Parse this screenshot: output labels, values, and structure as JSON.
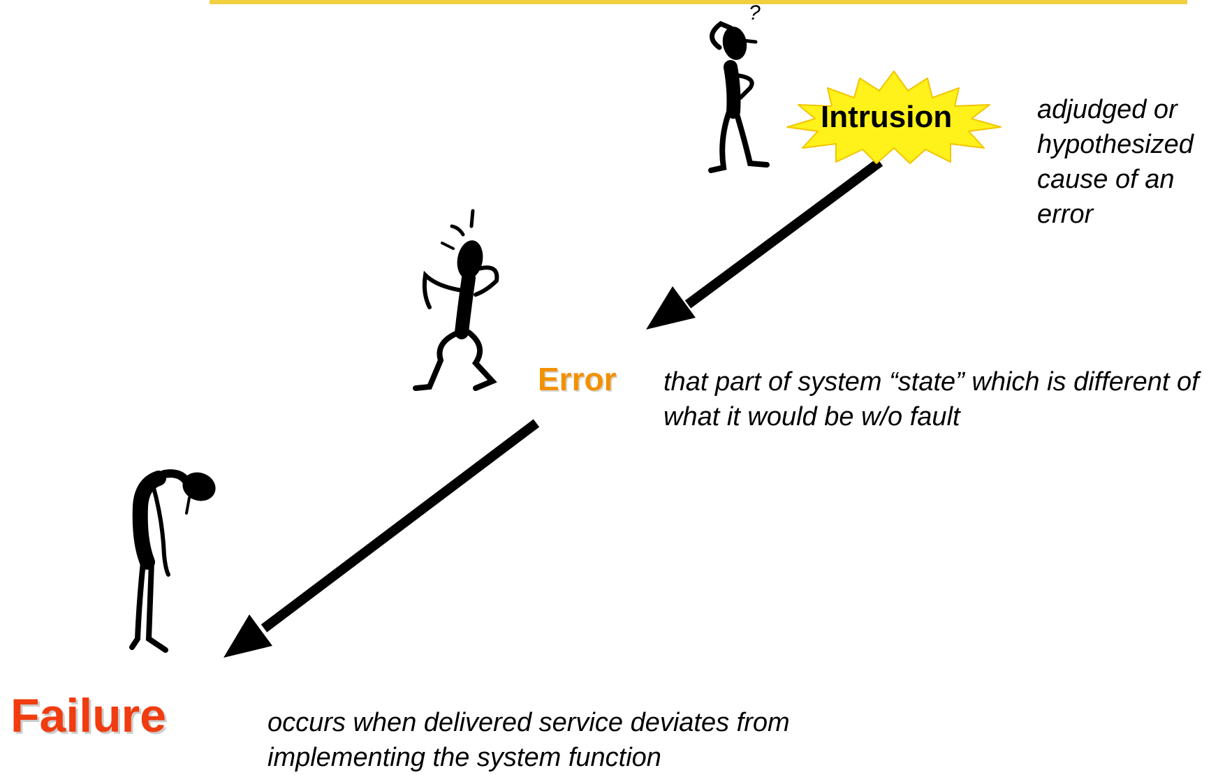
{
  "colors": {
    "intrusion_burst_fill": "#fff21a",
    "intrusion_burst_stroke": "#f2c400",
    "error_label": "#f29100",
    "failure_label": "#f03c0f",
    "arrows": "#000000",
    "top_band": "#f2cf40"
  },
  "icons": {
    "intrusion_figure": "confused-stick-figure-icon",
    "error_figure": "panicked-stick-figure-icon",
    "failure_figure": "dejected-stick-figure-icon"
  },
  "intrusion": {
    "label": "Intrusion",
    "description": "adjudged or hypothesized cause of an error",
    "question_mark": "?"
  },
  "error": {
    "label": "Error",
    "description": "that part of system “state” which is different of what it would be w/o fault"
  },
  "failure": {
    "label": "Failure",
    "description": "occurs when delivered service deviates from implementing the system function"
  }
}
